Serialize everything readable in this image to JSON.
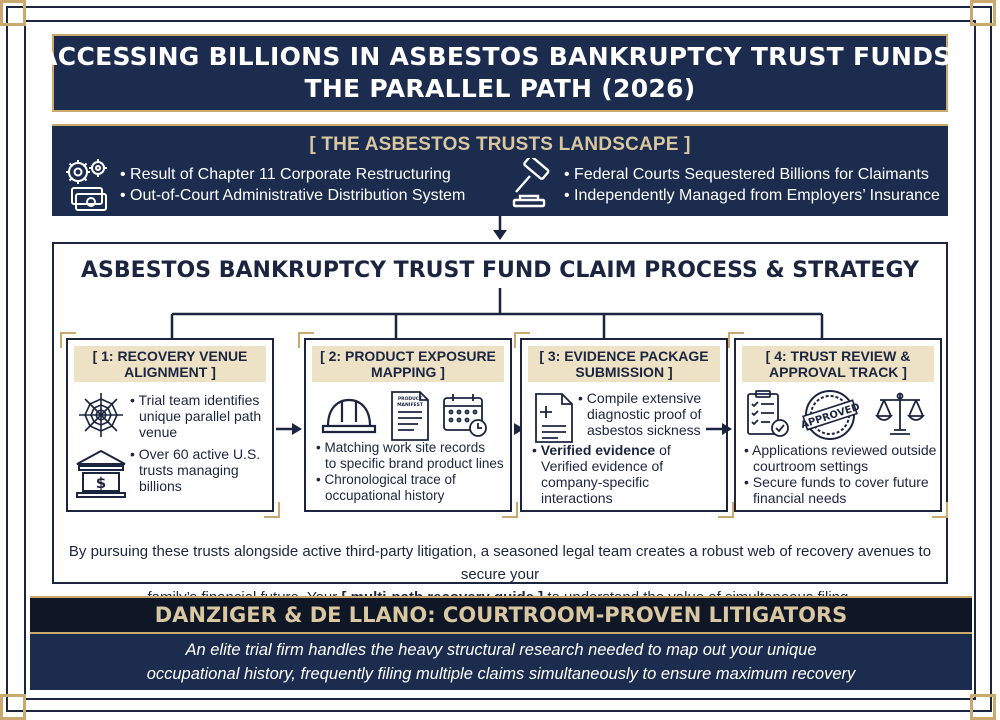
{
  "header": {
    "title_line1": "ACCESSING BILLIONS IN ASBESTOS BANKRUPTCY TRUST FUNDS:",
    "title_line2": "THE PARALLEL PATH (2026)"
  },
  "landscape": {
    "title": "[ THE ASBESTOS TRUSTS LANDSCAPE ]",
    "left_icon": "gears-and-money-icon",
    "right_icon": "gavel-icon",
    "left_bullets": [
      "Result of Chapter 11 Corporate Restructuring",
      "Out-of-Court Administrative Distribution System"
    ],
    "right_bullets": [
      "Federal Courts Sequestered Billions for Claimants",
      "Independently Managed from Employers’ Insurance"
    ]
  },
  "process": {
    "title": "ASBESTOS BANKRUPTCY TRUST FUND CLAIM PROCESS & STRATEGY",
    "steps": [
      {
        "title_line1": "[ 1: RECOVERY VENUE",
        "title_line2": "ALIGNMENT ]",
        "icons": [
          "spider-web-icon",
          "bank-dollar-icon"
        ],
        "bullets": [
          [
            "Trial team identifies",
            "unique parallel path",
            "venue"
          ],
          [
            "Over 60 active U.S.",
            "trusts managing",
            "billions"
          ]
        ]
      },
      {
        "title_line1": "[ 2: PRODUCT EXPOSURE",
        "title_line2": "MAPPING ]",
        "icons": [
          "hard-hat-icon",
          "product-manifest-icon",
          "calendar-icon"
        ],
        "manifest_label": "PRODUCT MANIFEST",
        "bullets": [
          [
            "Matching work site records",
            "to specific brand product lines"
          ],
          [
            "Chronological trace of",
            "occupational history"
          ]
        ]
      },
      {
        "title_line1": "[ 3: EVIDENCE PACKAGE",
        "title_line2": "SUBMISSION ]",
        "icons": [
          "medical-document-icon"
        ],
        "bullets": [
          [
            "Compile extensive",
            "diagnostic proof of",
            "asbestos sickness"
          ]
        ],
        "bold_lead": "Verified evidence",
        "bold_rest": " of",
        "extra_lines": [
          "Verified evidence of",
          "company-specific",
          "interactions"
        ]
      },
      {
        "title_line1": "[ 4: TRUST REVIEW &",
        "title_line2": "APPROVAL TRACK ]",
        "icons": [
          "checklist-icon",
          "approved-stamp-icon",
          "scales-icon"
        ],
        "stamp_label": "APPROVED",
        "bullets": [
          [
            "Applications reviewed outside",
            "courtroom settings"
          ],
          [
            "Secure funds to cover future",
            "financial needs"
          ]
        ]
      }
    ]
  },
  "description": {
    "line1": "By pursuing these trusts alongside active third-party litigation, a seasoned legal team creates a robust web of recovery avenues to secure your",
    "line2_prefix": "family’s financial future. Your",
    "bracket_open": "[",
    "link_text": "multi-path recovery guide",
    "bracket_close": "]",
    "line2_suffix": "to understand the value of simultaneous filing."
  },
  "firm": {
    "name": "DANZIGER & DE LLANO: COURTROOM-PROVEN LITIGATORS",
    "desc_line1": "An elite trial firm handles the heavy structural research needed to map out your unique",
    "desc_line2": "occupational history, frequently filing multiple claims simultaneously to ensure maximum recovery"
  },
  "colors": {
    "navy": "#1c2c4e",
    "gold": "#c9a96e",
    "beige": "#eee2c6",
    "black_bar": "#0f1626"
  }
}
